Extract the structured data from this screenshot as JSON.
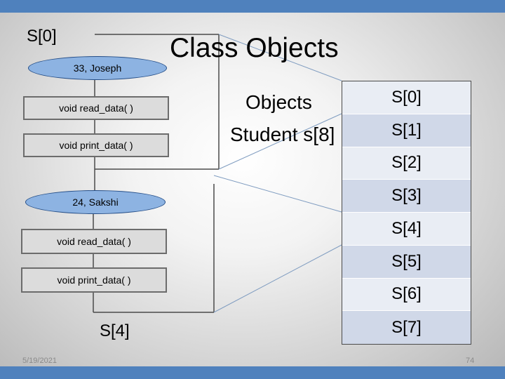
{
  "slide": {
    "title": "Class Objects",
    "objects_heading": "Objects",
    "student_array": "Student s[8]",
    "footer_date": "5/19/2021",
    "footer_page": "74"
  },
  "object_1": {
    "label": "S[0]",
    "data": "33, Joseph",
    "methods": [
      "void read_data( )",
      "void print_data( )"
    ]
  },
  "object_2": {
    "label": "S[4]",
    "data": "24, Sakshi",
    "methods": [
      "void read_data( )",
      "void print_data( )"
    ]
  },
  "array": {
    "elements": [
      "S[0]",
      "S[1]",
      "S[2]",
      "S[3]",
      "S[4]",
      "S[5]",
      "S[6]",
      "S[7]"
    ]
  },
  "colors": {
    "accent_bar": "#4f81bd",
    "oval_fill": "#8db3e2",
    "method_fill": "#dcdcdc",
    "table_row_light": "#e9edf4",
    "table_row_dark": "#d0d8e8"
  }
}
